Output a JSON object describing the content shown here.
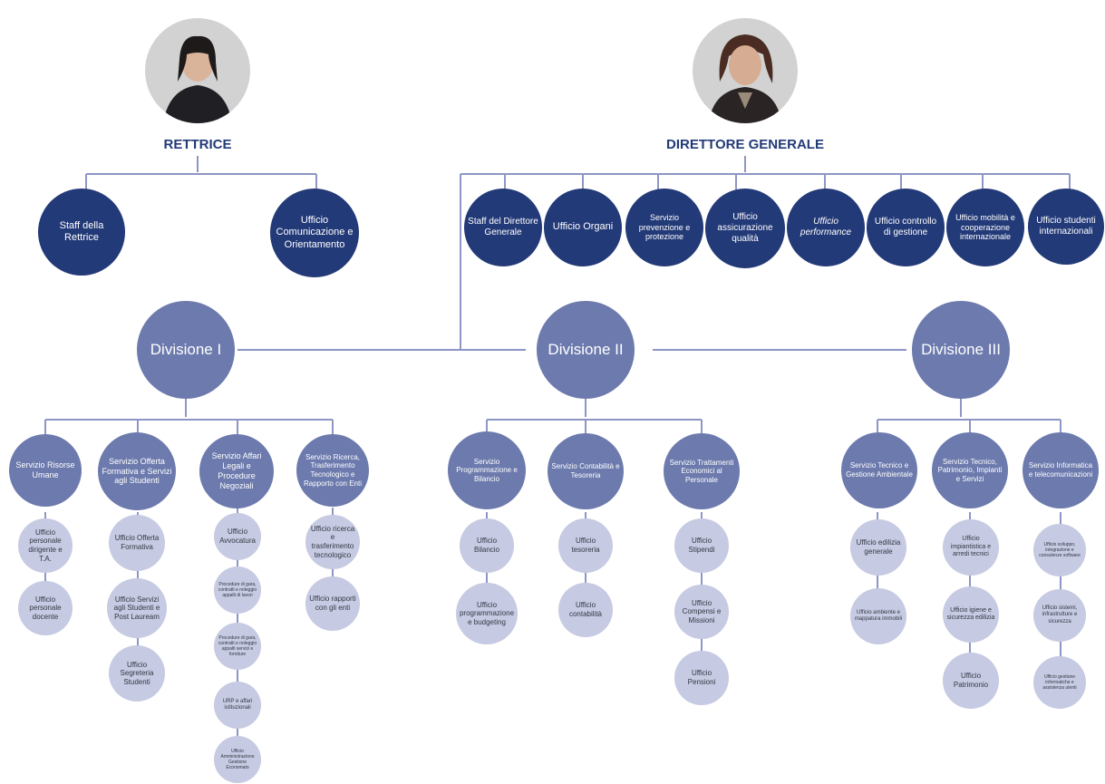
{
  "top": {
    "rettrice": {
      "title": "RETTRICE"
    },
    "direttore": {
      "title": "DIRETTORE GENERALE"
    }
  },
  "staff_rettrice": [
    {
      "label": "Staff della Rettrice"
    },
    {
      "label": "Ufficio Comunicazione e Orientamento"
    }
  ],
  "staff_direttore": [
    {
      "label": "Staff del Direttore Generale"
    },
    {
      "label": "Ufficio Organi"
    },
    {
      "label": "Servizio prevenzione e protezione"
    },
    {
      "label": "Ufficio assicurazione qualità"
    },
    {
      "label": "Ufficio performance"
    },
    {
      "label": "Ufficio controllo di gestione"
    },
    {
      "label": "Ufficio mobilità e cooperazione internazionale"
    },
    {
      "label": "Ufficio studenti internazionali"
    }
  ],
  "divisions": [
    {
      "label": "Divisione I"
    },
    {
      "label": "Divisione II"
    },
    {
      "label": "Divisione III"
    }
  ],
  "services": {
    "div1": [
      {
        "label": "Servizio Risorse Umane",
        "offices": [
          "Ufficio personale dirigente e T.A.",
          "Ufficio personale docente"
        ]
      },
      {
        "label": "Servizio Offerta Formativa e Servizi agli Studenti",
        "offices": [
          "Ufficio Offerta Formativa",
          "Ufficio Servizi agli Studenti e Post Lauream",
          "Ufficio Segreteria Studenti"
        ]
      },
      {
        "label": "Servizio Affari Legali e Procedure Negoziali",
        "offices": [
          "Ufficio Avvocatura",
          "Procedure di gara, contratti e noleggio appalti di lavori",
          "Procedure di gara, contratti e noleggio appalti servizi e forniture",
          "URP e affari istituzionali",
          "Ufficio Amministrazione Gestione Economato"
        ]
      },
      {
        "label": "Servizio Ricerca, Trasferimento Tecnologico e Rapporto con Enti",
        "offices": [
          "Ufficio ricerca e trasferimento tecnologico",
          "Ufficio rapporti con gli enti"
        ]
      }
    ],
    "div2": [
      {
        "label": "Servizio Programmazione e Bilancio",
        "offices": [
          "Ufficio Bilancio",
          "Ufficio programmazione e budgeting"
        ]
      },
      {
        "label": "Servizio Contabilità e Tesoreria",
        "offices": [
          "Ufficio tesoreria",
          "Ufficio contabilità"
        ]
      },
      {
        "label": "Servizio Trattamenti Economici al Personale",
        "offices": [
          "Ufficio Stipendi",
          "Ufficio Compensi e Missioni",
          "Ufficio Pensioni"
        ]
      }
    ],
    "div3": [
      {
        "label": "Servizio Tecnico e Gestione Ambientale",
        "offices": [
          "Ufficio edilizia generale",
          "Ufficio ambiente e mappatura immobili"
        ]
      },
      {
        "label": "Servizio Tecnico, Patrimonio, Impianti e Servizi",
        "offices": [
          "Ufficio impiantistica e arredi tecnici",
          "Ufficio igiene e sicurezza edilizia",
          "Ufficio Patrimonio"
        ]
      },
      {
        "label": "Servizio Informatica e telecomunicazioni",
        "offices": [
          "Ufficio sviluppo, integrazione e consulenze software",
          "Ufficio sistemi, infrastrutture e sicurezza",
          "Ufficio gestione informatiche e assistenza utenti"
        ]
      }
    ]
  },
  "colors": {
    "dark": "#233a78",
    "mid": "#6c7aad",
    "light": "#c6cae2",
    "line": "#8d96c4"
  }
}
